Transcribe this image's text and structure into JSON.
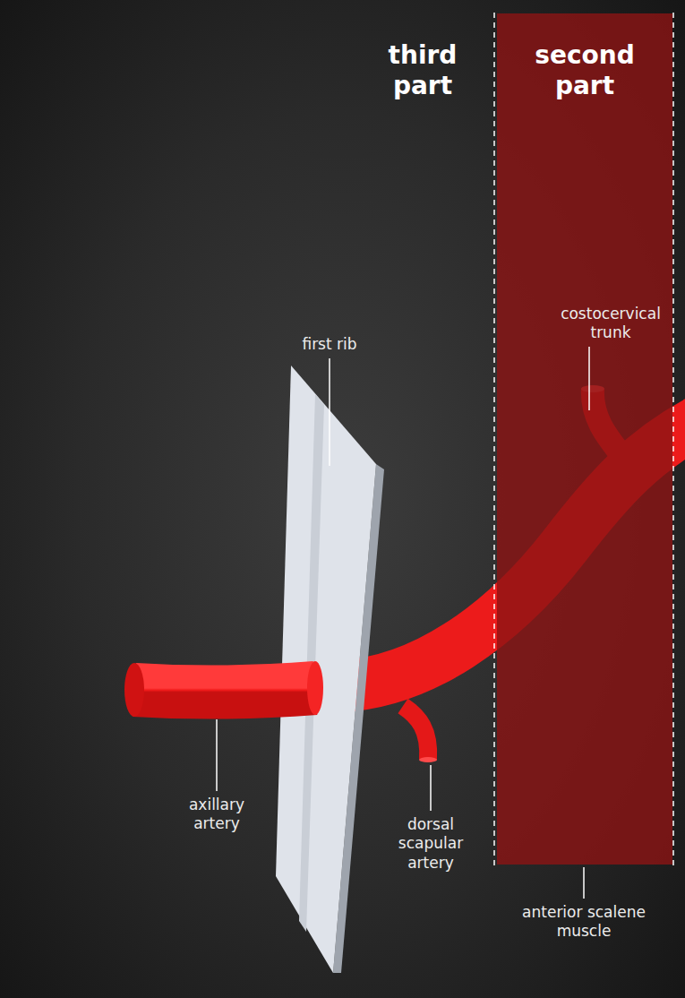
{
  "diagram": {
    "nodes": [
      {
        "text": [
          "second part"
        ]
      }
    ],
    "labels": [
      "third part",
      "first rib",
      "costocervical trunk",
      "axillary artery",
      "dorsal scapular artery",
      "anterior scalene muscle"
    ]
  }
}
